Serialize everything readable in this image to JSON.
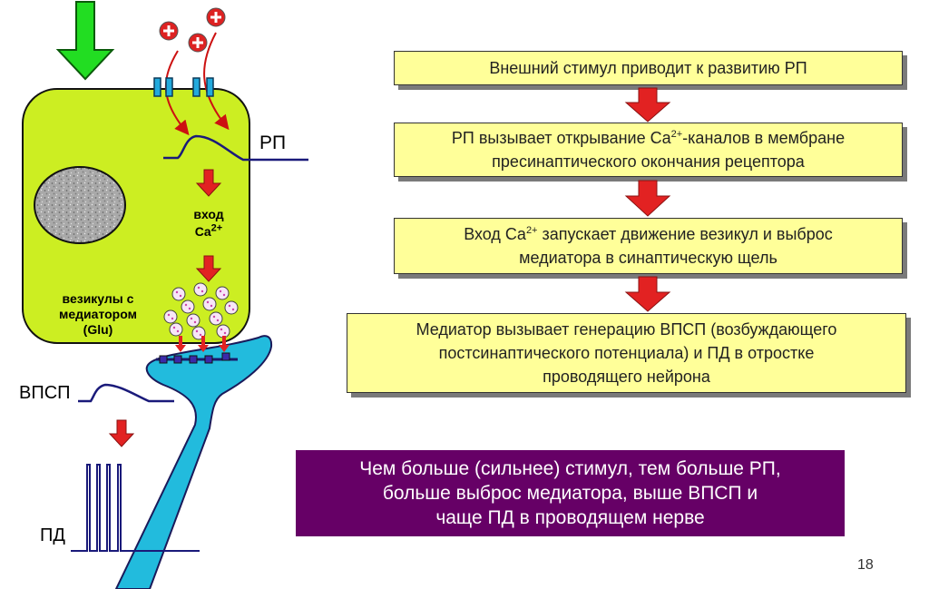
{
  "labels": {
    "rp": "РП",
    "entry_line1": "вход",
    "entry_ca": "Ca",
    "entry_ca_sup": "2+",
    "vesicles_line1": "везикулы с",
    "vesicles_line2": "медиатором",
    "vesicles_line3": "(Glu)",
    "vpsp": "ВПСП",
    "pd": "ПД"
  },
  "steps": [
    {
      "text": "Внешний стимул приводит к развитию РП"
    },
    {
      "pre": "РП вызывает открывание Ca",
      "sup": "2+",
      "post": "-каналов в мембране",
      "line2": "пресинаптического окончания рецептора"
    },
    {
      "pre": "Вход Ca",
      "sup": "2+",
      "post": " запускает движение везикул и выброс",
      "line2": "медиатора в синаптическую щель"
    },
    {
      "line1": "Медиатор вызывает генерацию ВПСП (возбуждающего",
      "line2": "постсинаптического потенциала) и ПД в отростке",
      "line3": "проводящего нейрона"
    }
  ],
  "summary": {
    "line1": "Чем больше (сильнее) стимул, тем больше РП,",
    "line2": "больше выброс медиатора, выше ВПСП и",
    "line3": "чаще ПД в проводящем нерве"
  },
  "page_number": "18",
  "colors": {
    "cell_fill": "#ccee22",
    "nucleus": "#a8a8a8",
    "neuron_fill": "#22bbdd",
    "stimulus_arrow": "#22dd22",
    "red_arrow": "#e22222",
    "channel": "#22aadd",
    "box_fill": "#ffff99",
    "summary_fill": "#660066",
    "trace": "#1a1a7a"
  },
  "icons": [
    "stimulus-arrow-icon",
    "cation-plus-icon",
    "ca-channel-icon",
    "red-down-arrow-icon",
    "vesicle-icon",
    "receptor-icon"
  ]
}
